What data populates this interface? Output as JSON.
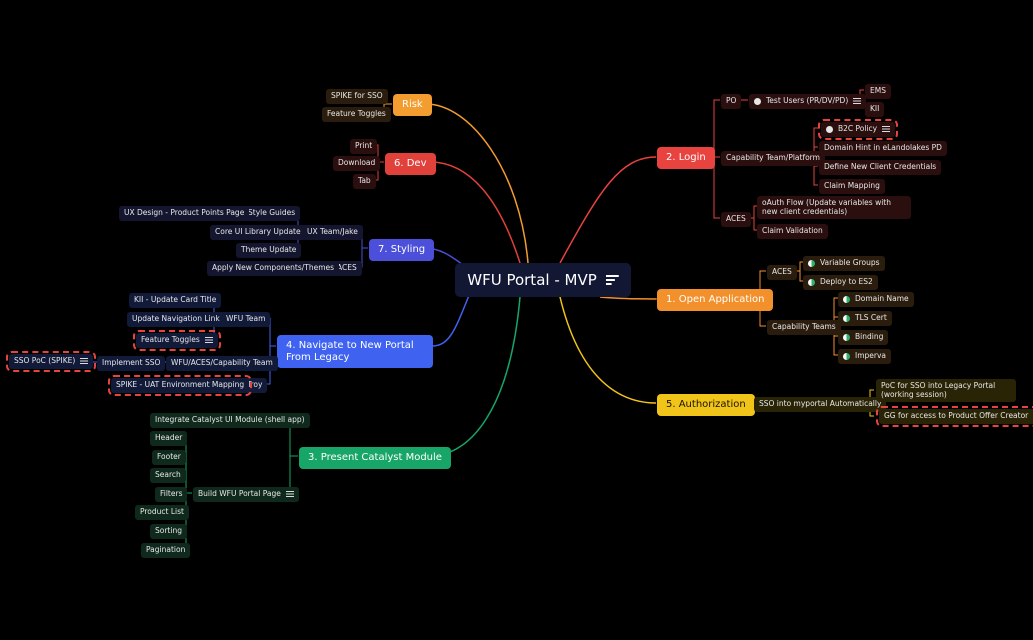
{
  "root": {
    "title": "WFU Portal - MVP"
  },
  "risk": {
    "label": "Risk",
    "children": [
      "SPIKE for SSO",
      "Feature Toggles"
    ]
  },
  "dev": {
    "label": "6. Dev",
    "children": [
      "Print",
      "Download",
      "Tab"
    ]
  },
  "styling": {
    "label": "7. Styling",
    "ux_team": "UX Team/Jake",
    "style_guides": "Style Guides",
    "ux_design": "UX Design - Product Points Page",
    "core_ui": "Core UI Library Update",
    "theme_update": "Theme Update",
    "aces": "ACES",
    "apply_new": "Apply New Components/Themes"
  },
  "navigate": {
    "label": "4. Navigate to New Portal From Legacy",
    "wfu_team": "WFU Team",
    "kii": "KII - Update Card Title",
    "update_nav": "Update Navigation Link",
    "feature_toggles": "Feature Toggles",
    "wfu_aces": "WFU/ACES/Capability Team",
    "implement_sso": "Implement SSO",
    "sso_poc": "SSO PoC (SPIKE)",
    "troy": "Troy",
    "spike_uat": "SPIKE - UAT Environment Mapping"
  },
  "present": {
    "label": "3. Present Catalyst Module",
    "integrate": "Integrate Catalyst UI Module (shell app)",
    "build": "Build WFU Portal Page",
    "children": [
      "Header",
      "Footer",
      "Search",
      "Filters",
      "Product List",
      "Sorting",
      "Pagination"
    ]
  },
  "login": {
    "label": "2. Login",
    "po": "PO",
    "test_users": "Test Users (PR/DV/PD)",
    "ems": "EMS",
    "kii": "KII",
    "capability": "Capability Team/Platform",
    "b2c": "B2C Policy",
    "domain_hint": "Domain Hint in eLandolakes PD",
    "define_new": "Define New Client Credentials",
    "claim_mapping": "Claim Mapping",
    "aces": "ACES",
    "oauth": "oAuth Flow (Update variables with new client credentials)",
    "claim_validation": "Claim Validation"
  },
  "open_app": {
    "label": "1. Open Application",
    "aces": "ACES",
    "variable_groups": "Variable Groups",
    "deploy_es2": "Deploy to ES2",
    "capability": "Capability Teams",
    "domain_name": "Domain Name",
    "tls_cert": "TLS Cert",
    "binding": "Binding",
    "imperva": "Imperva"
  },
  "authorization": {
    "label": "5. Authorization",
    "sso_auto": "SSO into myportal Automatically",
    "poc_sso": "PoC for SSO into Legacy Portal (working session)",
    "gg_access": "GG for access to Product Offer Creator"
  },
  "colors": {
    "risk": "#f39c2f",
    "dev": "#e0413b",
    "styling": "#4b4fd9",
    "navigate": "#3f63f0",
    "present": "#17a668",
    "login": "#e8433f",
    "open_app": "#f2902c",
    "authorization": "#f0c419",
    "root": "#121833"
  }
}
